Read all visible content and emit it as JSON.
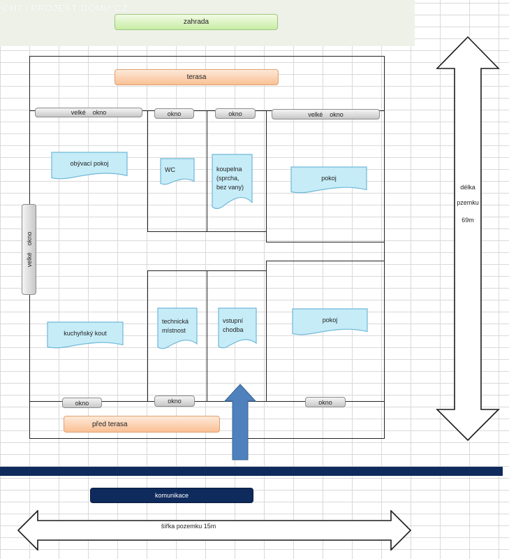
{
  "watermark": "CHCI PROJEKT DOMU.CZ",
  "zahrada": "zahrada",
  "terasa": "terasa",
  "windows": {
    "top_left_big": "velké    okno",
    "top_small_1": "okno",
    "top_small_2": "okno",
    "top_right_big": "velké    okno",
    "left_vertical": "velké    okno",
    "bottom_1": "okno",
    "bottom_2": "okno",
    "bottom_3": "okno"
  },
  "rooms": {
    "obyvaci_pokoj": "obývací pokoj",
    "wc": "WC",
    "koupelna": "koupelna\n(sprcha,\nbez vany)",
    "pokoj_top": "pokoj",
    "kuchynsky_kout": "kuchyňský kout",
    "technicka_mistnost": "technická\nmístnost",
    "vstupni_chodba": "vstupní\nchodba",
    "pokoj_bottom": "pokoj"
  },
  "pred_terasa": "před  terasa",
  "komunikace": "komunikace",
  "length_label": {
    "line1": "délka",
    "line2": "pzemku",
    "line3": "69m"
  },
  "width_label": "šířka pozemku 15m",
  "colors": {
    "room_fill": "#c6ecf7",
    "room_stroke": "#6fb8d8",
    "navy": "#0f2a5c",
    "entry_arrow": "#4f81bd",
    "zahrada": "#d7f1bd",
    "terasa": "#fbd0b0"
  }
}
